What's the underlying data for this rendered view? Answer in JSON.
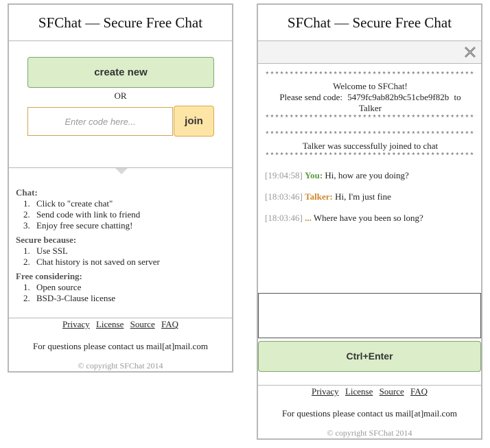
{
  "app": {
    "title": "SFChat — Secure Free Chat"
  },
  "home": {
    "create_label": "create new",
    "or_label": "OR",
    "code_placeholder": "Enter code here...",
    "join_label": "join",
    "sections": [
      {
        "heading": "Chat:",
        "items": [
          "Click to \"create chat\"",
          "Send code with link to friend",
          "Enjoy free secure chatting!"
        ]
      },
      {
        "heading": "Secure because:",
        "items": [
          "Use SSL",
          "Chat history is not saved on server"
        ]
      },
      {
        "heading": "Free considering:",
        "items": [
          "Open source",
          "BSD-3-Clause license"
        ]
      }
    ]
  },
  "chat": {
    "stars": "**************************************************",
    "welcome": "Welcome to SFChat!",
    "send_code_prefix": "Please send code:",
    "code": "5479fc9ab82b9c51cbe9f82b",
    "send_code_suffix": "to",
    "talker_name": "Talker",
    "joined": "Talker was successfully joined to chat",
    "messages": [
      {
        "time": "[19:04:58]",
        "author": "You:",
        "text": "Hi, how are you doing?"
      },
      {
        "time": "[18:03:46]",
        "author": "Talker:",
        "text": "Hi, I'm just fine"
      },
      {
        "time": "[18:03:46]",
        "author": "...",
        "text": "Where have you been so long?"
      }
    ],
    "send_label": "Ctrl+Enter",
    "input_value": ""
  },
  "footer": {
    "links": [
      "Privacy",
      "License",
      "Source",
      "FAQ"
    ],
    "contact": "For questions please contact us mail[at]mail.com",
    "copyright": "© copyright SFChat 2014"
  },
  "icons": {
    "close": "close-icon"
  },
  "colors": {
    "green_button": "#dbedc9",
    "yellow_button": "#fde5a6",
    "you_color": "#5b9b3c",
    "talker_color": "#d0862c"
  }
}
